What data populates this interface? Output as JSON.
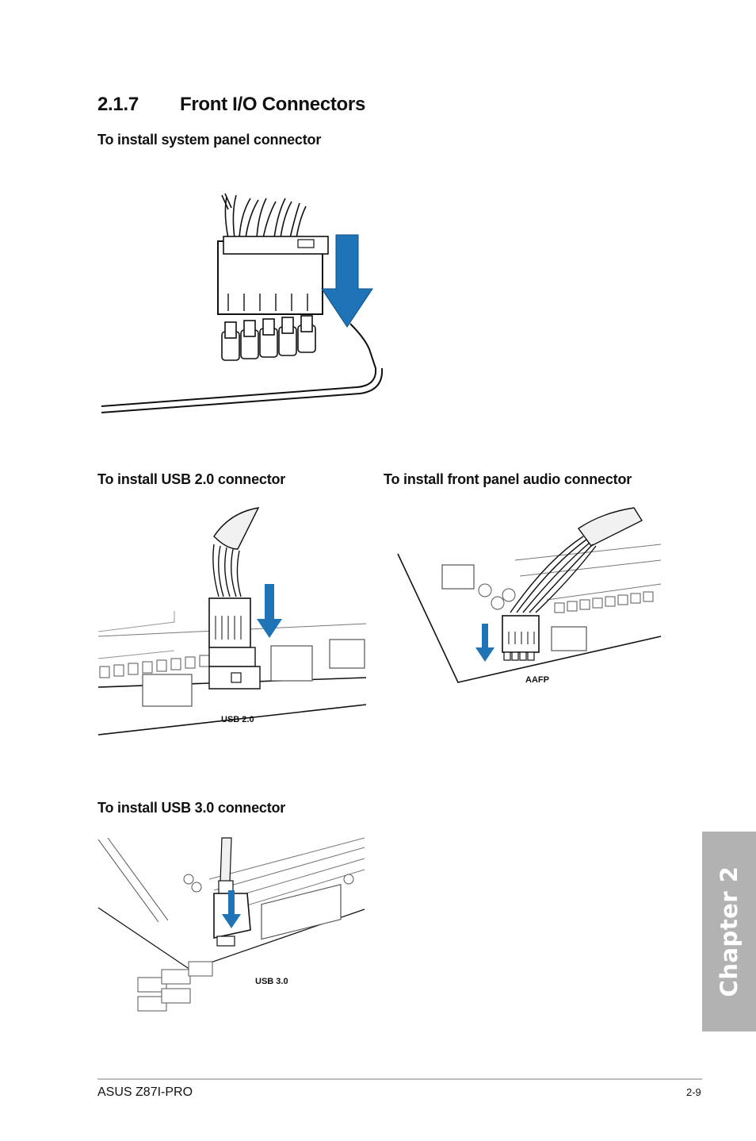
{
  "section": {
    "number": "2.1.7",
    "title": "Front I/O Connectors"
  },
  "subsections": {
    "system_panel": "To install system panel connector",
    "usb20": "To install USB 2.0 connector",
    "audio": "To install front panel audio connector",
    "usb30": "To install USB 3.0 connector"
  },
  "figure_labels": {
    "usb20": "USB 2.0",
    "aafp": "AAFP",
    "usb30": "USB 3.0"
  },
  "chapter_tab": "Chapter 2",
  "footer": {
    "product": "ASUS Z87I-PRO",
    "page": "2-9"
  },
  "colors": {
    "arrow_blue": "#1f73b7",
    "tab_gray": "#b2b2b2"
  },
  "icons": {
    "insert_arrow": "down-arrow-icon"
  }
}
